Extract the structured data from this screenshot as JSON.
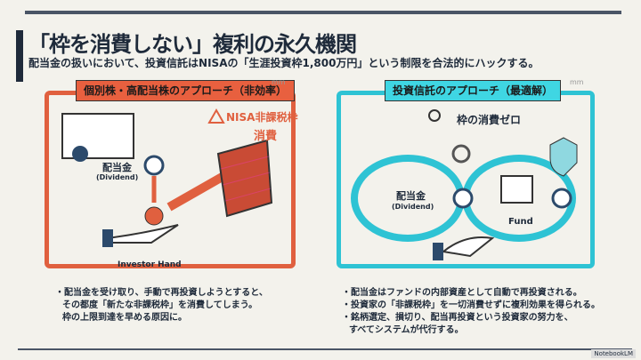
{
  "title": "「枠を消費しない」複利の永久機関",
  "subtitle": "配当金の扱いにおいて、投資信託はNISAの「生涯投資枠1,800万円」という制限を合法的にハックする。",
  "left": {
    "header": "個別株・高配当株のアプローチ（非効率）",
    "nisa_label": "NISA非課税枠",
    "consumed": "消費",
    "dividend": "配当金",
    "dividend_en": "(Dividend)",
    "hand": "Investor Hand",
    "unit": "mm",
    "bullets": [
      "・配当金を受け取り、手動で再投資しようとすると、",
      "その都度「新たな非課税枠」を消費してしまう。",
      "枠の上限到達を早める原因に。"
    ]
  },
  "right": {
    "header": "投資信託のアプローチ（最適解）",
    "zero": "枠の消費ゼロ",
    "dividend": "配当金",
    "dividend_en": "(Dividend)",
    "fund": "Fund",
    "unit": "mm",
    "bullets": [
      "・配当金はファンドの内部資産として自動で再投資される。",
      "・投資家の「非課税枠」を一切消費せずに複利効果を得られる。",
      "・銘柄選定、損切り、配当再投資という投資家の努力を、",
      "すべてシステムが代行する。"
    ]
  },
  "watermark": "NotebookLM"
}
